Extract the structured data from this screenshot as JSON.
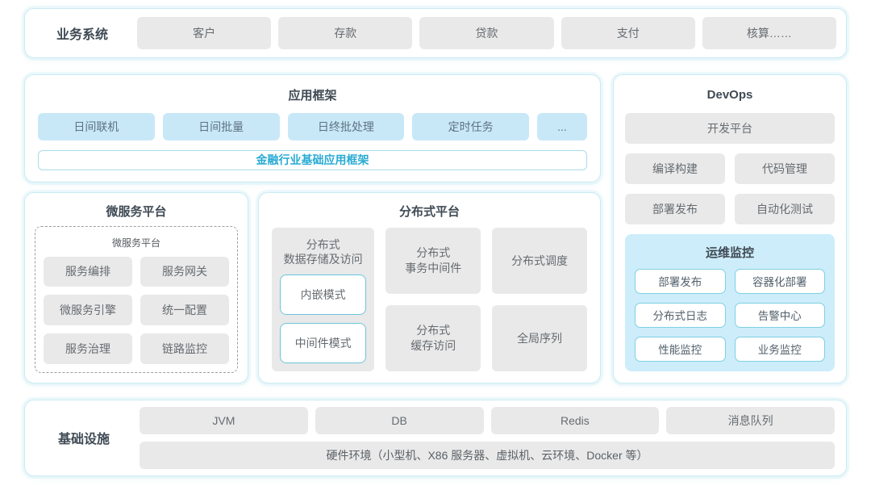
{
  "business_systems": {
    "label": "业务系统",
    "items": [
      "客户",
      "存款",
      "贷款",
      "支付",
      "核算……"
    ]
  },
  "app_framework": {
    "title": "应用框架",
    "modules": [
      "日间联机",
      "日间批量",
      "日终批处理",
      "定时任务",
      "..."
    ],
    "base_framework": "金融行业基础应用框架"
  },
  "microservice_platform": {
    "title": "微服务平台",
    "inner_title": "微服务平台",
    "items": [
      "服务编排",
      "服务网关",
      "微服务引擎",
      "统一配置",
      "服务治理",
      "链路监控"
    ]
  },
  "distributed_platform": {
    "title": "分布式平台",
    "storage": {
      "title": "分布式\n数据存储及访问",
      "modes": [
        "内嵌模式",
        "中间件模式"
      ]
    },
    "items": [
      "分布式\n事务中间件",
      "分布式调度",
      "分布式\n缓存访问",
      "全局序列"
    ]
  },
  "devops": {
    "title": "DevOps",
    "platform": "开发平台",
    "tools": [
      "编译构建",
      "代码管理",
      "部署发布",
      "自动化测试"
    ],
    "ops_monitor": {
      "title": "运维监控",
      "items": [
        "部署发布",
        "容器化部署",
        "分布式日志",
        "告警中心",
        "性能监控",
        "业务监控"
      ]
    }
  },
  "infrastructure": {
    "label": "基础设施",
    "items": [
      "JVM",
      "DB",
      "Redis",
      "消息队列"
    ],
    "hardware": "硬件环境（小型机、X86 服务器、虚拟机、云环境、Docker 等）"
  },
  "colors": {
    "section_border": "#c9ebf3",
    "gray_box": "#e9e9e9",
    "blue_box": "#c8e8f8",
    "monitor_bg": "#cdedfa",
    "accent_text": "#29abd4",
    "mode_border": "#6cc6de"
  }
}
